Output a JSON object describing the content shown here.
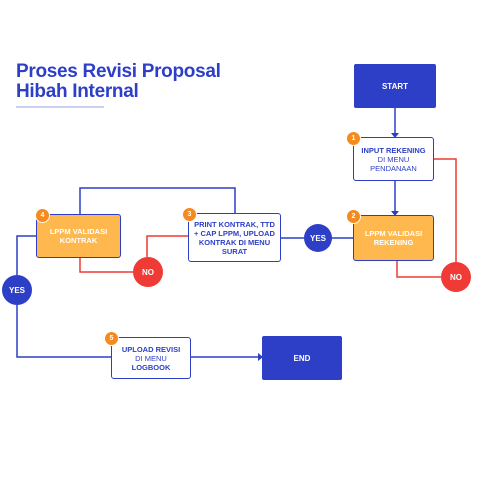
{
  "title": {
    "line1": "Proses Revisi Proposal",
    "line2": "Hibah Internal"
  },
  "nodes": {
    "start": {
      "label": "START"
    },
    "input_rekening": {
      "number": "1",
      "line1": "INPUT REKENING",
      "line2": "DI MENU",
      "line3": "PENDANAAN"
    },
    "validasi_rekening": {
      "number": "2",
      "line1": "LPPM VALIDASI",
      "line2": "REKENING"
    },
    "print_kontrak": {
      "number": "3",
      "line1": "PRINT KONTRAK, TTD",
      "line2": "+ CAP LPPM, UPLOAD",
      "line3": "KONTRAK DI MENU",
      "line4": "SURAT"
    },
    "validasi_kontrak": {
      "number": "4",
      "line1": "LPPM VALIDASI",
      "line2": "KONTRAK"
    },
    "upload_revisi": {
      "number": "5",
      "line1": "UPLOAD REVISI",
      "line2": "DI MENU",
      "line3": "LOGBOOK"
    },
    "end": {
      "label": "END"
    }
  },
  "decisions": {
    "yes_rekening": "YES",
    "no_rekening": "NO",
    "no_kontrak": "NO",
    "yes_kontrak": "YES"
  },
  "colors": {
    "primary": "#2d3fc6",
    "orange": "#ffb84d",
    "badge": "#f58a1f",
    "no_red": "#ef3a35"
  }
}
